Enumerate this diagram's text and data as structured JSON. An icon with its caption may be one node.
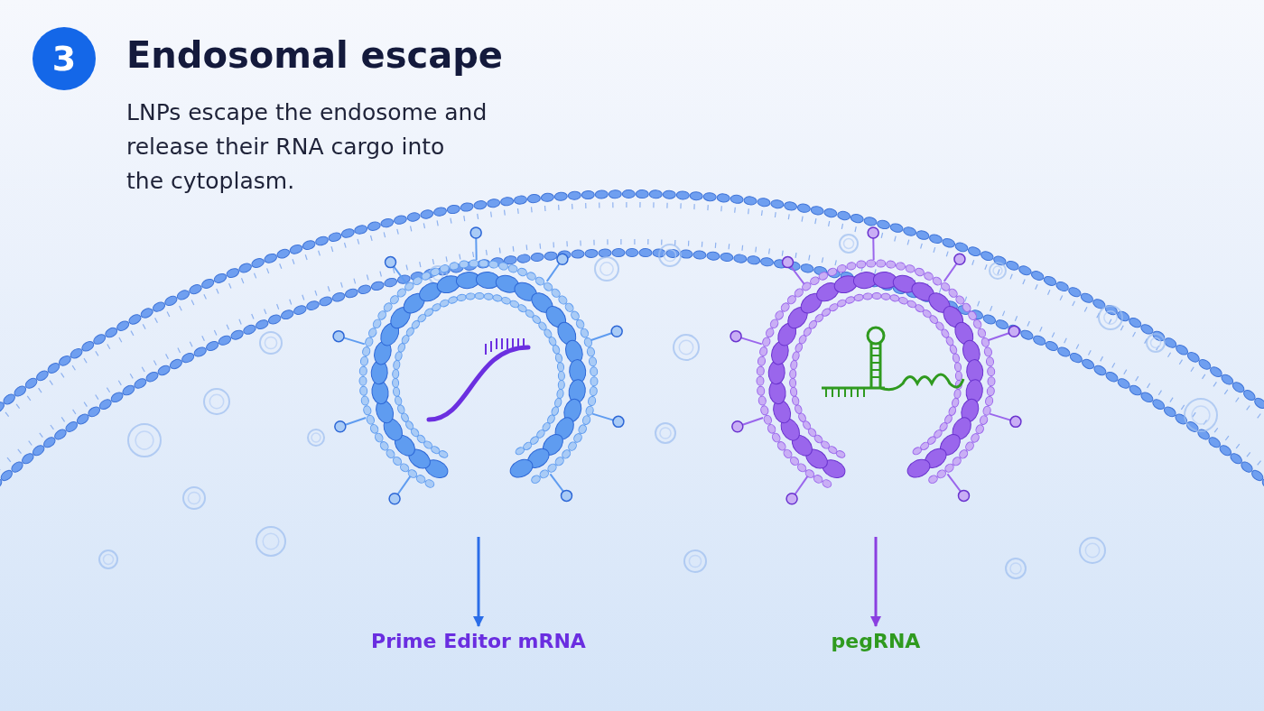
{
  "diagram": {
    "title": "Endosomal escape",
    "nodes": [
      {
        "text": [
          "3"
        ]
      },
      {
        "text": [],
        "shape": "picture"
      },
      {
        "text": [],
        "shape": "picture"
      },
      {
        "text": [
          "Prime Editor mRNA"
        ]
      },
      {
        "text": [
          "pegRNA"
        ]
      }
    ],
    "edges": [
      {
        "from": 1,
        "to": 3,
        "arrow": "to",
        "color": "#2b6de8"
      },
      {
        "from": 2,
        "to": 4,
        "arrow": "to",
        "color": "#8a3fe0"
      }
    ],
    "labels": [
      "LNPs escape the endosome and release their RNA cargo into the cytoplasm."
    ]
  }
}
